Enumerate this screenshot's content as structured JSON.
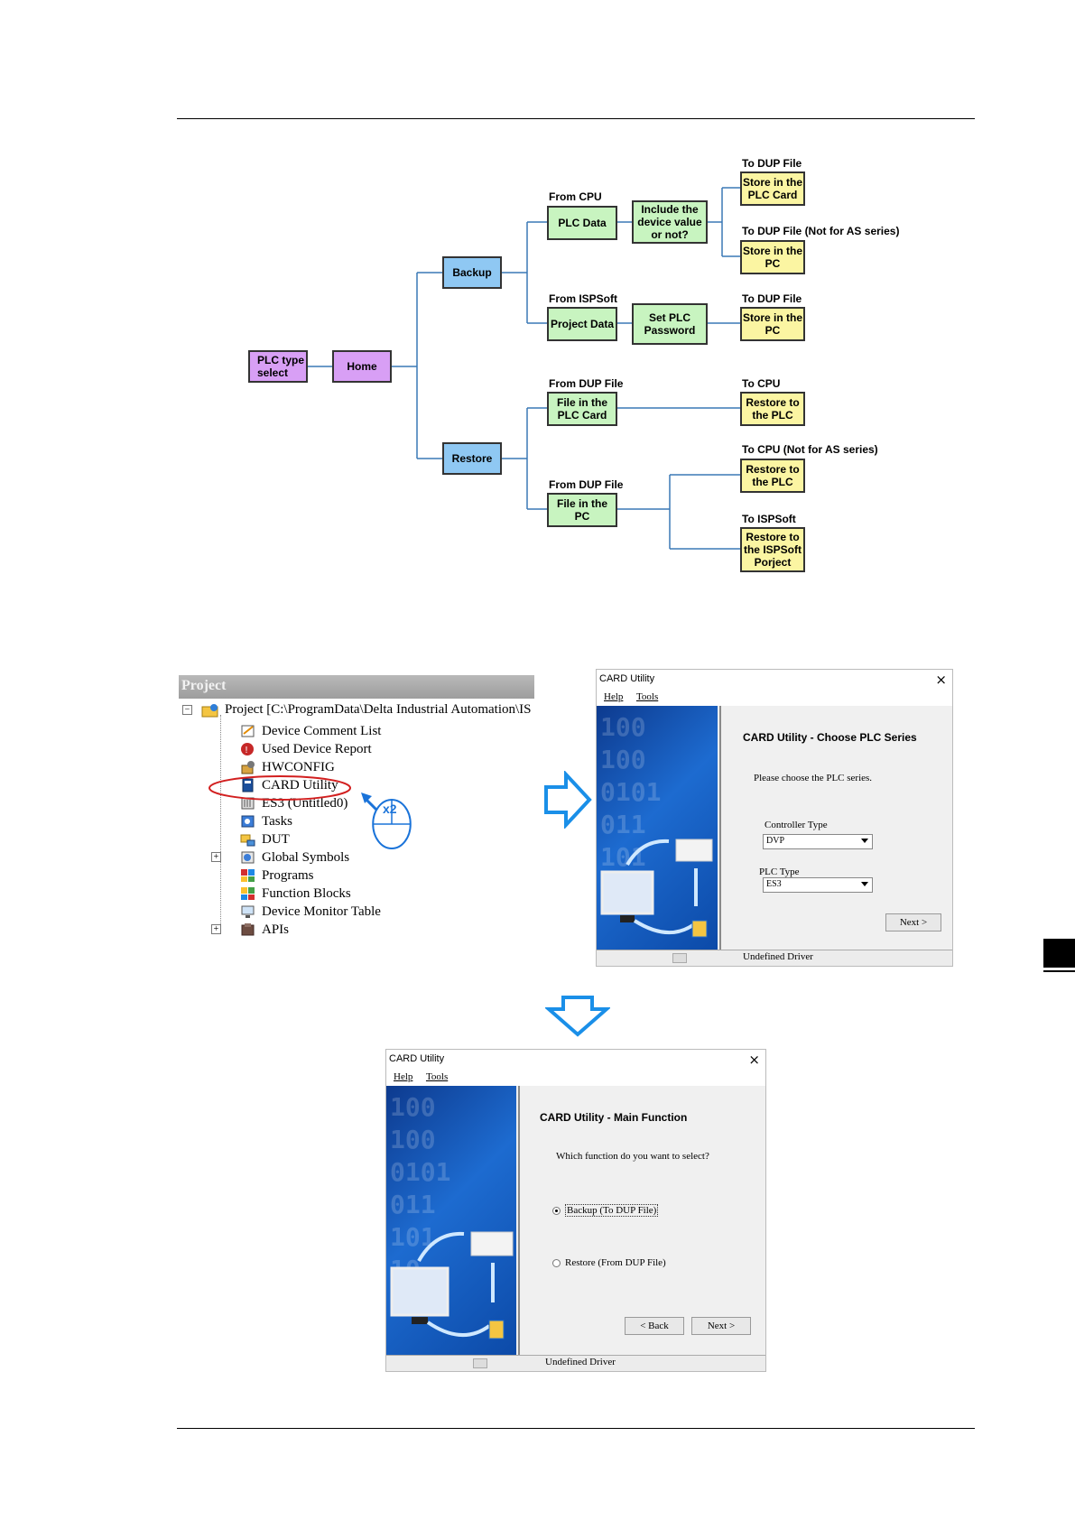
{
  "flowchart": {
    "nodes": {
      "plc_type_select": "PLC type\nselect",
      "home": "Home",
      "backup": "Backup",
      "restore": "Restore",
      "plc_data": "PLC Data",
      "include_device": "Include the\ndevice value\nor not?",
      "store_plc_card": "Store in the\nPLC Card",
      "store_pc_1": "Store in the\nPC",
      "project_data": "Project Data",
      "set_plc_password": "Set PLC\nPassword",
      "store_pc_2": "Store in the\nPC",
      "file_plc_card": "File in the\nPLC Card",
      "restore_plc_1": "Restore to\nthe PLC",
      "file_pc": "File in the\nPC",
      "restore_plc_2": "Restore to\nthe PLC",
      "restore_ispsoft": "Restore to\nthe ISPSoft\nPorject"
    },
    "labels": {
      "from_cpu": "From CPU",
      "to_dup_1": "To DUP File",
      "to_dup_not_as": "To DUP File  (Not for AS series)",
      "from_ispsoft": "From ISPSoft",
      "to_dup_2": "To DUP File",
      "from_dup_1": "From DUP File",
      "to_cpu_1": "To CPU",
      "to_cpu_not_as": "To CPU  (Not for AS series)",
      "from_dup_2": "From DUP File",
      "to_ispsoft": "To ISPSoft"
    }
  },
  "project_tree": {
    "header": "Project",
    "root": "Project [C:\\ProgramData\\Delta Industrial Automation\\IS",
    "items": [
      {
        "label": "Device Comment List",
        "icon": "comment-list-icon"
      },
      {
        "label": "Used Device Report",
        "icon": "device-report-icon"
      },
      {
        "label": "HWCONFIG",
        "icon": "hwconfig-icon"
      },
      {
        "label": "CARD Utility",
        "icon": "card-utility-icon"
      },
      {
        "label": "ES3  (Untitled0)",
        "icon": "plc-icon"
      },
      {
        "label": "Tasks",
        "icon": "tasks-icon"
      },
      {
        "label": "DUT",
        "icon": "dut-icon"
      },
      {
        "label": "Global Symbols",
        "icon": "global-symbols-icon"
      },
      {
        "label": "Programs",
        "icon": "programs-icon"
      },
      {
        "label": "Function Blocks",
        "icon": "function-blocks-icon"
      },
      {
        "label": "Device Monitor Table",
        "icon": "monitor-table-icon"
      },
      {
        "label": "APIs",
        "icon": "apis-icon"
      }
    ],
    "double_click_badge": "x2"
  },
  "dialog1": {
    "title": "CARD Utility",
    "menu_help": "Help",
    "menu_tools": "Tools",
    "heading": "CARD Utility - Choose PLC Series",
    "prompt": "Please choose the PLC series.",
    "controller_type_label": "Controller Type",
    "controller_type_value": "DVP",
    "plc_type_label": "PLC Type",
    "plc_type_value": "ES3",
    "next_button": "Next >",
    "status_driver": "Undefined Driver"
  },
  "dialog2": {
    "title": "CARD Utility",
    "menu_help": "Help",
    "menu_tools": "Tools",
    "heading": "CARD Utility - Main Function",
    "prompt": "Which function do you want to select?",
    "option_backup": "Backup (To DUP File)",
    "option_restore": "Restore (From DUP File)",
    "back_button": "< Back",
    "next_button": "Next >",
    "status_driver": "Undefined Driver"
  },
  "colors": {
    "purple_box": "#d89ff5",
    "blue_box": "#8fc8f3",
    "green_box": "#c8f4c0",
    "yellow_box": "#fbf5a2",
    "connector": "#3a78b5",
    "arrow_fill": "#ffffff",
    "arrow_stroke": "#1a8fe8",
    "highlight_ellipse": "#d21f1f"
  }
}
